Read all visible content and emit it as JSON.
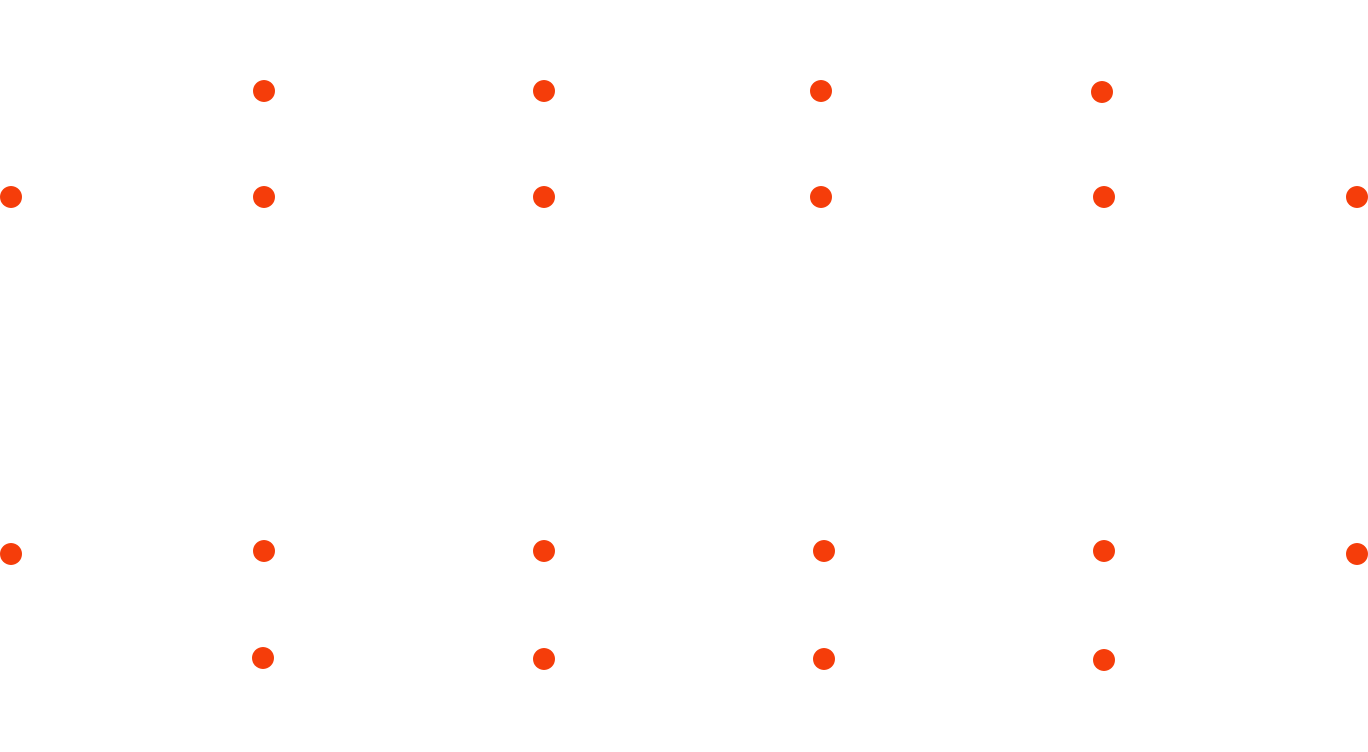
{
  "canvas": {
    "background": "#ffffff",
    "handle_color": "#f53d0a",
    "handle_groups": [
      {
        "name": "upper",
        "count": 10
      },
      {
        "name": "lower",
        "count": 10
      }
    ]
  }
}
